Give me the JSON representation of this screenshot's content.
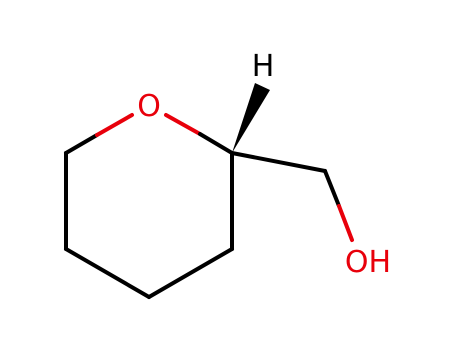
{
  "diagram": {
    "atoms": {
      "ring_oxygen": "O",
      "hydrogen": "H",
      "hydroxyl": "OH"
    },
    "colors": {
      "bond": "#000000",
      "oxygen": "#e8000b",
      "background": "#ffffff"
    }
  }
}
